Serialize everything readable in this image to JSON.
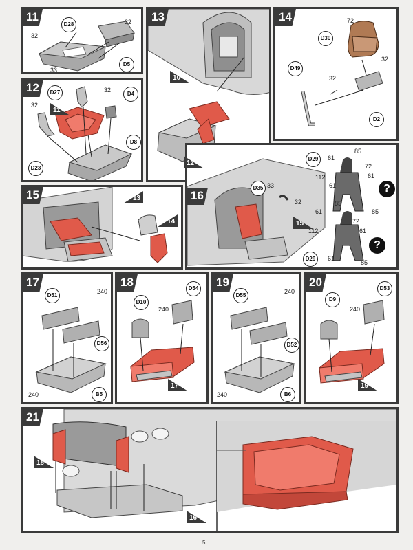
{
  "page": {
    "number": "5"
  },
  "steps": {
    "s11": {
      "num": "11",
      "refs": {
        "a": "D28",
        "b": "D5"
      },
      "nums": {
        "a": "32",
        "b": "32",
        "c": "33"
      }
    },
    "s12": {
      "num": "12",
      "refs": {
        "a": "D27",
        "b": "D4",
        "c": "D8",
        "d": "D23"
      },
      "nums": {
        "a": "32",
        "b": "32"
      },
      "tags": {
        "a": "11"
      }
    },
    "s13": {
      "num": "13",
      "tags": {
        "a": "10",
        "b": "12"
      }
    },
    "s14": {
      "num": "14",
      "refs": {
        "a": "D30",
        "b": "D49",
        "c": "D2"
      },
      "nums": {
        "a": "72",
        "b": "32",
        "c": "32"
      }
    },
    "s15": {
      "num": "15",
      "tags": {
        "a": "13",
        "b": "14"
      }
    },
    "s16": {
      "num": "16",
      "refs": {
        "a": "D29",
        "b": "D35",
        "c": "D29"
      },
      "nums": {
        "a": "85",
        "b": "61",
        "c": "72",
        "d": "112",
        "e": "61",
        "f": "61",
        "g": "85",
        "h": "33",
        "i": "32",
        "j": "61",
        "k": "85",
        "l": "72",
        "m": "112",
        "n": "61",
        "o": "61",
        "p": "85"
      },
      "tags": {
        "a": "15"
      }
    },
    "s17": {
      "num": "17",
      "refs": {
        "a": "D51",
        "b": "D56",
        "c": "B5"
      },
      "nums": {
        "a": "240",
        "b": "240"
      }
    },
    "s18": {
      "num": "18",
      "refs": {
        "a": "D10",
        "b": "D54"
      },
      "nums": {
        "a": "240"
      },
      "tags": {
        "a": "17"
      }
    },
    "s19": {
      "num": "19",
      "refs": {
        "a": "D55",
        "b": "D52",
        "c": "B6"
      },
      "nums": {
        "a": "240",
        "b": "240"
      }
    },
    "s20": {
      "num": "20",
      "refs": {
        "a": "D9",
        "b": "D53"
      },
      "nums": {
        "a": "240"
      },
      "tags": {
        "a": "19"
      }
    },
    "s21": {
      "num": "21",
      "tags": {
        "a": "18",
        "b": "16"
      }
    }
  },
  "colors": {
    "red": "#e05a4a",
    "grey": "#9c9c9c",
    "light": "#cfcfcf",
    "dark": "#3a3a3a"
  }
}
